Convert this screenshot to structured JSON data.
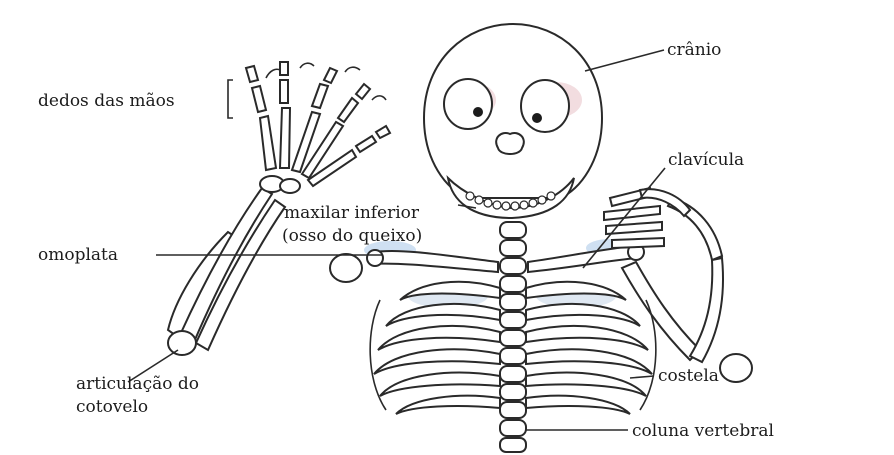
{
  "labels": {
    "dedos": "dedos das mãos",
    "cranio": "crânio",
    "clavicula": "clavícula",
    "maxilar_1": "maxilar inferior",
    "maxilar_2": "(osso do queixo)",
    "omoplata": "omoplata",
    "articulacao_1": "articulação do",
    "articulacao_2": "cotovelo",
    "costela": "costela",
    "coluna": "coluna vertebral"
  }
}
